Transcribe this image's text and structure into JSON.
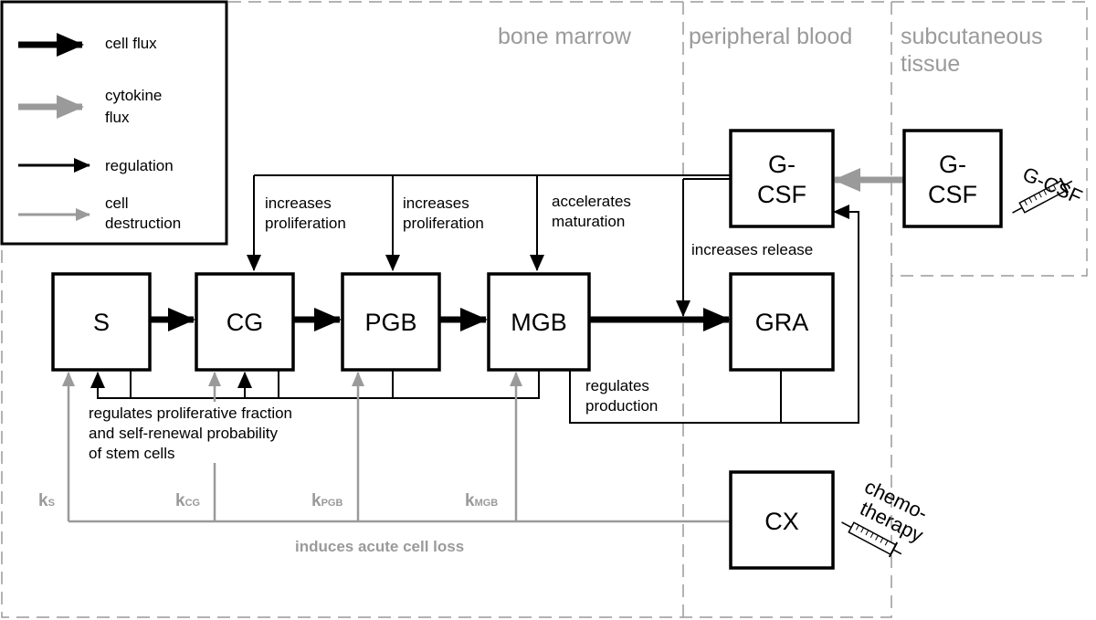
{
  "legend": {
    "cell_flux": "cell flux",
    "cytokine_flux_1": "cytokine",
    "cytokine_flux_2": "flux",
    "regulation": "regulation",
    "cell_destruction_1": "cell",
    "cell_destruction_2": "destruction"
  },
  "zones": {
    "bone_marrow": "bone marrow",
    "peripheral_blood": "peripheral blood",
    "subcutaneous_1": "subcutaneous",
    "subcutaneous_2": "tissue"
  },
  "boxes": {
    "s": "S",
    "cg": "CG",
    "pgb": "PGB",
    "mgb": "MGB",
    "gra": "GRA",
    "gcsf_blood_1": "G-",
    "gcsf_blood_2": "CSF",
    "gcsf_sub_1": "G-",
    "gcsf_sub_2": "CSF",
    "cx": "CX"
  },
  "annotations": {
    "cg_1": "increases",
    "cg_2": "proliferation",
    "pgb_1": "increases",
    "pgb_2": "proliferation",
    "mgb_1": "accelerates",
    "mgb_2": "maturation",
    "release": "increases release",
    "production_1": "regulates",
    "production_2": "production",
    "stem_1": "regulates proliferative fraction",
    "stem_2": "and self-renewal probability",
    "stem_3": "of stem cells",
    "acute": "induces acute cell loss"
  },
  "rates": {
    "ks": {
      "main": "k",
      "sub": "S"
    },
    "kcg": {
      "main": "k",
      "sub": "CG"
    },
    "kpgb": {
      "main": "k",
      "sub": "PGB"
    },
    "kmgb": {
      "main": "k",
      "sub": "MGB"
    }
  },
  "syringes": {
    "gcsf": "G-CSF",
    "chemo_1": "chemo-",
    "chemo_2": "therapy"
  },
  "colors": {
    "black": "#000000",
    "gray": "#9a9a9a"
  }
}
